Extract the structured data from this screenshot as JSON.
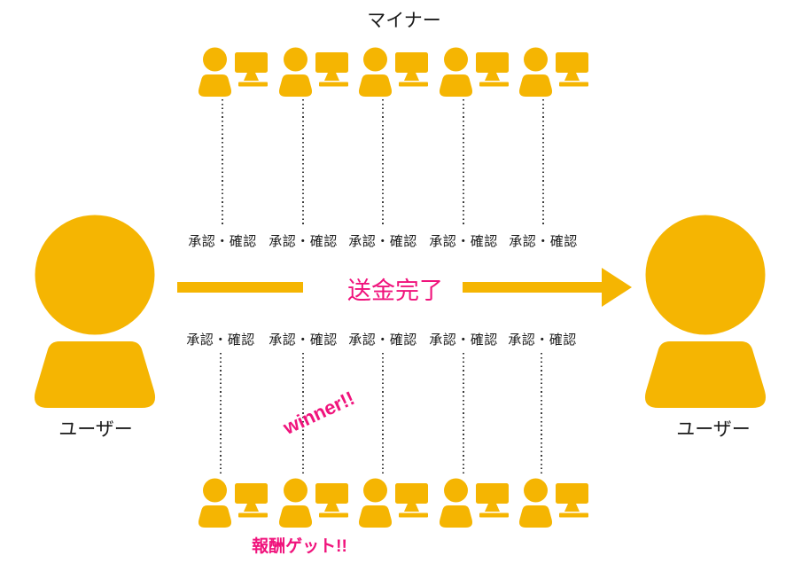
{
  "title": "マイナー",
  "miners": {
    "icon": "person-with-computer-icon",
    "top_count": 5,
    "bottom_count": 5
  },
  "approvals": {
    "top": [
      "承認・確認",
      "承認・確認",
      "承認・確認",
      "承認・確認",
      "承認・確認"
    ],
    "bottom": [
      "承認・確認",
      "承認・確認",
      "承認・確認",
      "承認・確認",
      "承認・確認"
    ]
  },
  "transfer": {
    "label": "送金完了"
  },
  "users": {
    "left": "ユーザー",
    "right": "ユーザー"
  },
  "winner": {
    "label": "winner!!"
  },
  "reward": {
    "label": "報酬ゲット!!"
  },
  "colors": {
    "icon_yellow": "#F5B502",
    "accent_pink": "#F0137C",
    "text_black": "#1A1A1A"
  }
}
